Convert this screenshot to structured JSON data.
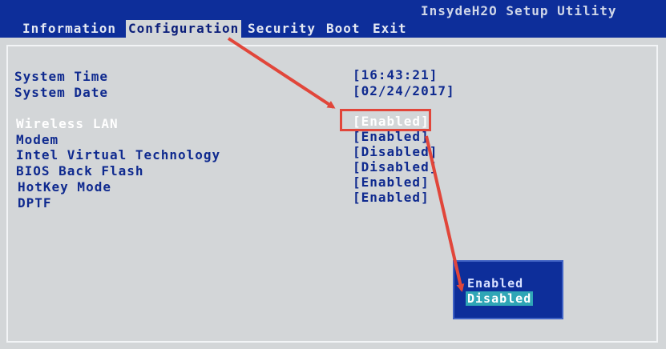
{
  "window": {
    "utility_title": "InsydeH2O Setup Utility"
  },
  "menu": {
    "tabs": [
      {
        "label": "Information"
      },
      {
        "label": "Configuration"
      },
      {
        "label": "Security"
      },
      {
        "label": "Boot"
      },
      {
        "label": "Exit"
      }
    ],
    "active_tab": "Configuration"
  },
  "settings": [
    {
      "label": "System Time",
      "value": "[16:43:21]"
    },
    {
      "label": "System Date",
      "value": "[02/24/2017]"
    },
    {
      "label": "Wireless LAN",
      "value": "[Enabled]",
      "selected": true
    },
    {
      "label": "Modem",
      "value": "[Enabled]"
    },
    {
      "label": "Intel Virtual Technology",
      "value": "[Disabled]"
    },
    {
      "label": "BIOS Back Flash",
      "value": "[Disabled]"
    },
    {
      "label": "HotKey Mode",
      "value": "[Enabled]"
    },
    {
      "label": "DPTF",
      "value": "[Enabled]"
    }
  ],
  "popup": {
    "options": [
      {
        "label": "Enabled"
      },
      {
        "label": "Disabled",
        "selected": true
      }
    ]
  },
  "colors": {
    "menu_background": "#0d2e9a",
    "panel_background": "#d3d6d8",
    "text": "#0f2a8f",
    "annotation": "#e1463a",
    "selection": "#2fa6b6"
  }
}
